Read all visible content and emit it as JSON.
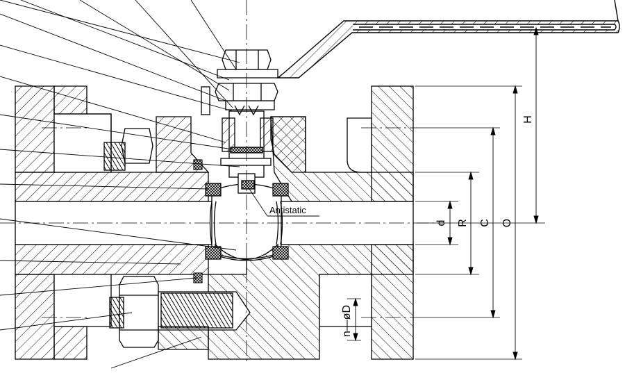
{
  "annotations": {
    "antistatic": "Antistatic"
  },
  "dimensions": {
    "d": "d",
    "R": "R",
    "C": "C",
    "O": "O",
    "H": "H",
    "nD": "n—øD"
  },
  "colors": {
    "line": "#000000",
    "background": "#ffffff"
  }
}
